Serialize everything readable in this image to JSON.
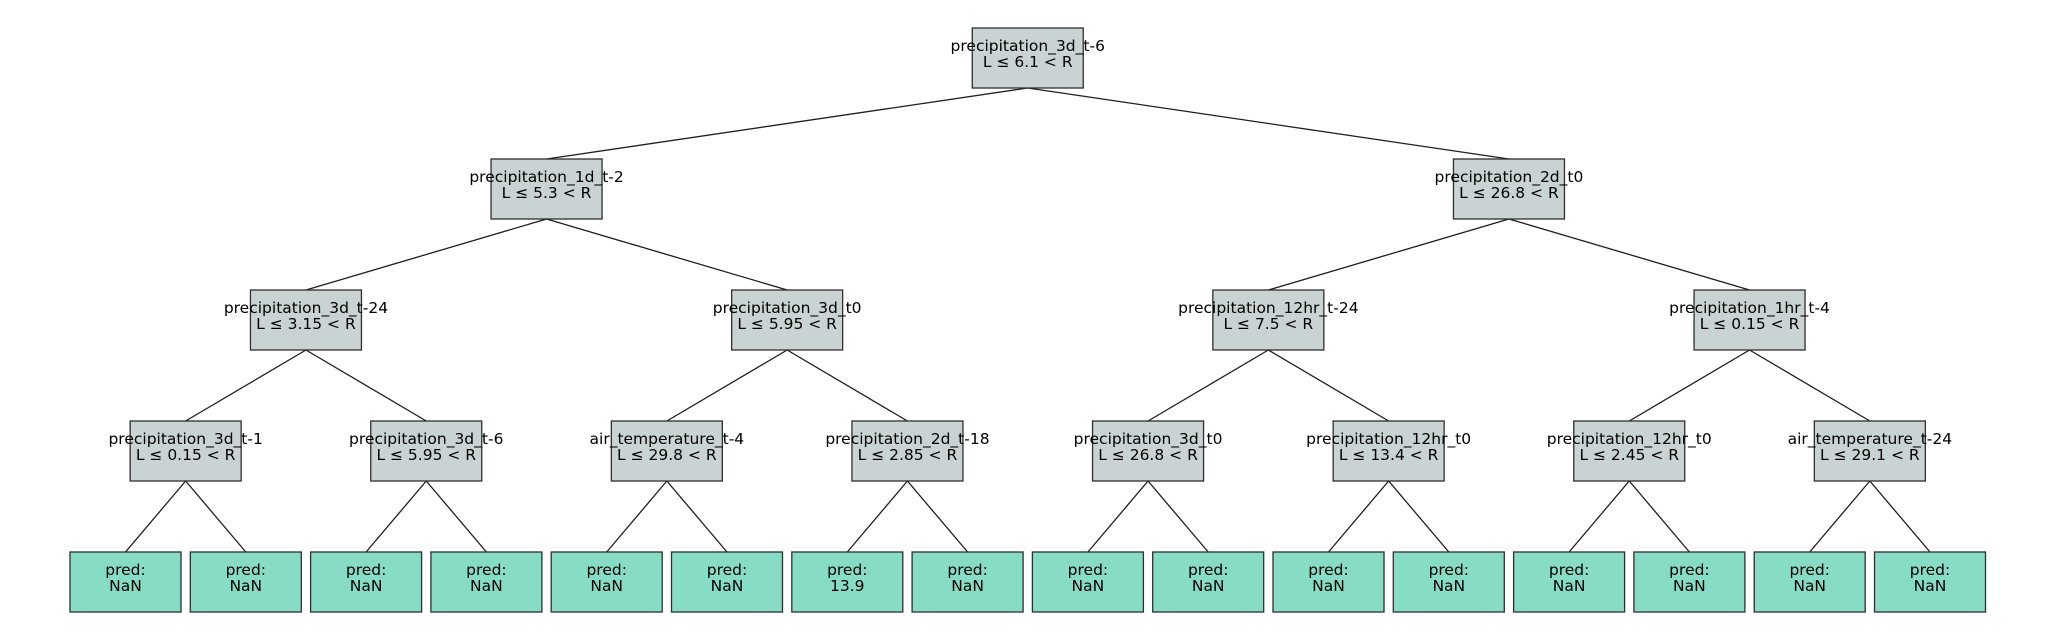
{
  "tree": {
    "split_color": "#c9d3d4",
    "leaf_color": "#86dcc5",
    "splits": [
      {
        "feature": "precipitation_3d_t-6",
        "condition": "L ≤ 6.1 < R"
      },
      {
        "feature": "precipitation_1d_t-2",
        "condition": "L ≤ 5.3 < R"
      },
      {
        "feature": "precipitation_2d_t0",
        "condition": "L ≤ 26.8 < R"
      },
      {
        "feature": "precipitation_3d_t-24",
        "condition": "L ≤ 3.15 < R"
      },
      {
        "feature": "precipitation_3d_t0",
        "condition": "L ≤ 5.95 < R"
      },
      {
        "feature": "precipitation_12hr_t-24",
        "condition": "L ≤ 7.5 < R"
      },
      {
        "feature": "precipitation_1hr_t-4",
        "condition": "L ≤ 0.15 < R"
      },
      {
        "feature": "precipitation_3d_t-1",
        "condition": "L ≤ 0.15 < R"
      },
      {
        "feature": "precipitation_3d_t-6",
        "condition": "L ≤ 5.95 < R"
      },
      {
        "feature": "air_temperature_t-4",
        "condition": "L ≤ 29.8 < R"
      },
      {
        "feature": "precipitation_2d_t-18",
        "condition": "L ≤ 2.85 < R"
      },
      {
        "feature": "precipitation_3d_t0",
        "condition": "L ≤ 26.8 < R"
      },
      {
        "feature": "precipitation_12hr_t0",
        "condition": "L ≤ 13.4 < R"
      },
      {
        "feature": "precipitation_12hr_t0",
        "condition": "L ≤ 2.45 < R"
      },
      {
        "feature": "air_temperature_t-24",
        "condition": "L ≤ 29.1 < R"
      }
    ],
    "leaves": [
      {
        "label": "pred:",
        "value": "NaN"
      },
      {
        "label": "pred:",
        "value": "NaN"
      },
      {
        "label": "pred:",
        "value": "NaN"
      },
      {
        "label": "pred:",
        "value": "NaN"
      },
      {
        "label": "pred:",
        "value": "NaN"
      },
      {
        "label": "pred:",
        "value": "NaN"
      },
      {
        "label": "pred:",
        "value": "13.9"
      },
      {
        "label": "pred:",
        "value": "NaN"
      },
      {
        "label": "pred:",
        "value": "NaN"
      },
      {
        "label": "pred:",
        "value": "NaN"
      },
      {
        "label": "pred:",
        "value": "NaN"
      },
      {
        "label": "pred:",
        "value": "NaN"
      },
      {
        "label": "pred:",
        "value": "NaN"
      },
      {
        "label": "pred:",
        "value": "NaN"
      },
      {
        "label": "pred:",
        "value": "NaN"
      },
      {
        "label": "pred:",
        "value": "NaN"
      }
    ]
  }
}
